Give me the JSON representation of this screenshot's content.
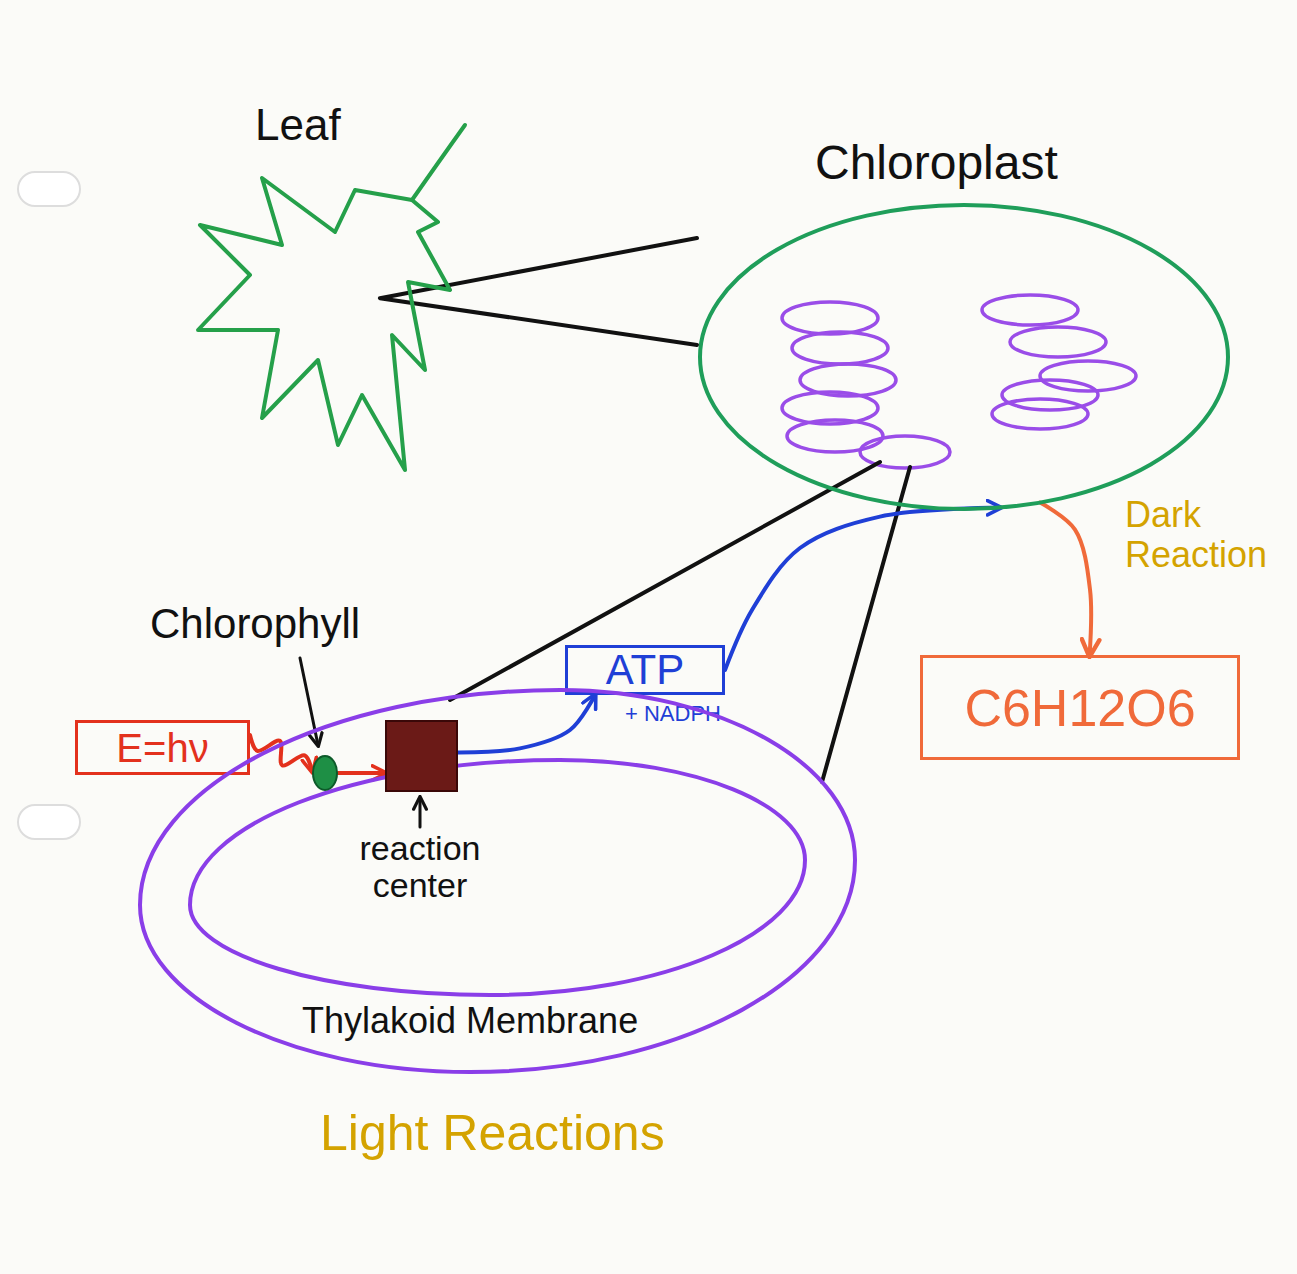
{
  "diagram": {
    "nodes": [
      {
        "text": [
          "Leaf"
        ]
      },
      {
        "text": [
          "Chloroplast"
        ]
      },
      {
        "text": [
          "ATP",
          "+ NADPH"
        ]
      },
      {
        "text": [
          "C6H12O6"
        ]
      },
      {
        "text": [
          "E=hν"
        ]
      },
      {
        "text": [
          "Thylakoid Membrane"
        ]
      },
      {
        "text": [
          "Chlorophyll"
        ],
        "in": 5
      },
      {
        "text": [
          "reaction center"
        ],
        "in": 5
      }
    ],
    "edges": [
      {
        "from": 0,
        "to": 1,
        "arrow": "none"
      },
      {
        "from": 5,
        "to": 1,
        "arrow": "none"
      },
      {
        "from": 4,
        "to": 6,
        "arrow": "to"
      },
      {
        "from": 6,
        "to": 7,
        "arrow": "to"
      },
      {
        "from": 7,
        "to": 2,
        "arrow": "to"
      },
      {
        "from": 2,
        "to": 1,
        "arrow": "to"
      },
      {
        "from": 1,
        "to": 3,
        "arrow": "to"
      }
    ],
    "labels": [
      "Dark Reaction",
      "Light Reactions"
    ]
  }
}
